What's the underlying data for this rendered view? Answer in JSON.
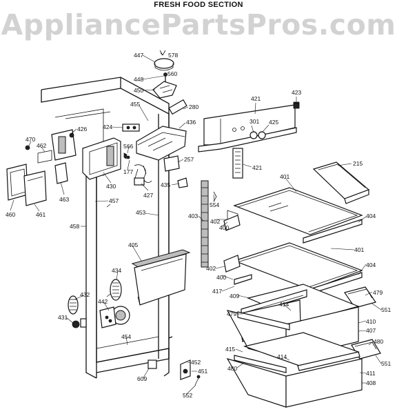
{
  "header": {
    "title": "FRESH FOOD SECTION"
  },
  "watermark": {
    "text": "AppliancePartsPros.com"
  },
  "callouts": [
    {
      "id": "447",
      "label": "447"
    },
    {
      "id": "578",
      "label": "578"
    },
    {
      "id": "448",
      "label": "448"
    },
    {
      "id": "560",
      "label": "560"
    },
    {
      "id": "450",
      "label": "450"
    },
    {
      "id": "455",
      "label": "455"
    },
    {
      "id": "280",
      "label": "280"
    },
    {
      "id": "421a",
      "label": "421"
    },
    {
      "id": "423",
      "label": "423"
    },
    {
      "id": "426",
      "label": "426"
    },
    {
      "id": "424",
      "label": "424"
    },
    {
      "id": "436",
      "label": "436"
    },
    {
      "id": "301",
      "label": "301"
    },
    {
      "id": "425",
      "label": "425"
    },
    {
      "id": "470",
      "label": "470"
    },
    {
      "id": "462",
      "label": "462"
    },
    {
      "id": "566",
      "label": "566"
    },
    {
      "id": "421b",
      "label": "421"
    },
    {
      "id": "257",
      "label": "257"
    },
    {
      "id": "215",
      "label": "215"
    },
    {
      "id": "177",
      "label": "177"
    },
    {
      "id": "430",
      "label": "430"
    },
    {
      "id": "463",
      "label": "463"
    },
    {
      "id": "427",
      "label": "427"
    },
    {
      "id": "435",
      "label": "435"
    },
    {
      "id": "401a",
      "label": "401"
    },
    {
      "id": "460",
      "label": "460"
    },
    {
      "id": "461",
      "label": "461"
    },
    {
      "id": "457",
      "label": "457"
    },
    {
      "id": "554",
      "label": "554"
    },
    {
      "id": "458",
      "label": "458"
    },
    {
      "id": "453",
      "label": "453"
    },
    {
      "id": "403",
      "label": "403"
    },
    {
      "id": "402a",
      "label": "402"
    },
    {
      "id": "400a",
      "label": "400"
    },
    {
      "id": "404a",
      "label": "404"
    },
    {
      "id": "405",
      "label": "405"
    },
    {
      "id": "401b",
      "label": "401"
    },
    {
      "id": "434",
      "label": "434"
    },
    {
      "id": "402b",
      "label": "402"
    },
    {
      "id": "400b",
      "label": "400"
    },
    {
      "id": "404b",
      "label": "404"
    },
    {
      "id": "417",
      "label": "417"
    },
    {
      "id": "432",
      "label": "432"
    },
    {
      "id": "442",
      "label": "442"
    },
    {
      "id": "409",
      "label": "409"
    },
    {
      "id": "479a",
      "label": "479"
    },
    {
      "id": "414a",
      "label": "414"
    },
    {
      "id": "551a",
      "label": "551"
    },
    {
      "id": "431",
      "label": "431"
    },
    {
      "id": "479b",
      "label": "479"
    },
    {
      "id": "410",
      "label": "410"
    },
    {
      "id": "407",
      "label": "407"
    },
    {
      "id": "454",
      "label": "454"
    },
    {
      "id": "480a",
      "label": "480"
    },
    {
      "id": "415",
      "label": "415"
    },
    {
      "id": "414b",
      "label": "414"
    },
    {
      "id": "551b",
      "label": "551"
    },
    {
      "id": "452",
      "label": "452"
    },
    {
      "id": "480b",
      "label": "480"
    },
    {
      "id": "411",
      "label": "411"
    },
    {
      "id": "451",
      "label": "451"
    },
    {
      "id": "609",
      "label": "609"
    },
    {
      "id": "408",
      "label": "408"
    },
    {
      "id": "552",
      "label": "552"
    }
  ]
}
